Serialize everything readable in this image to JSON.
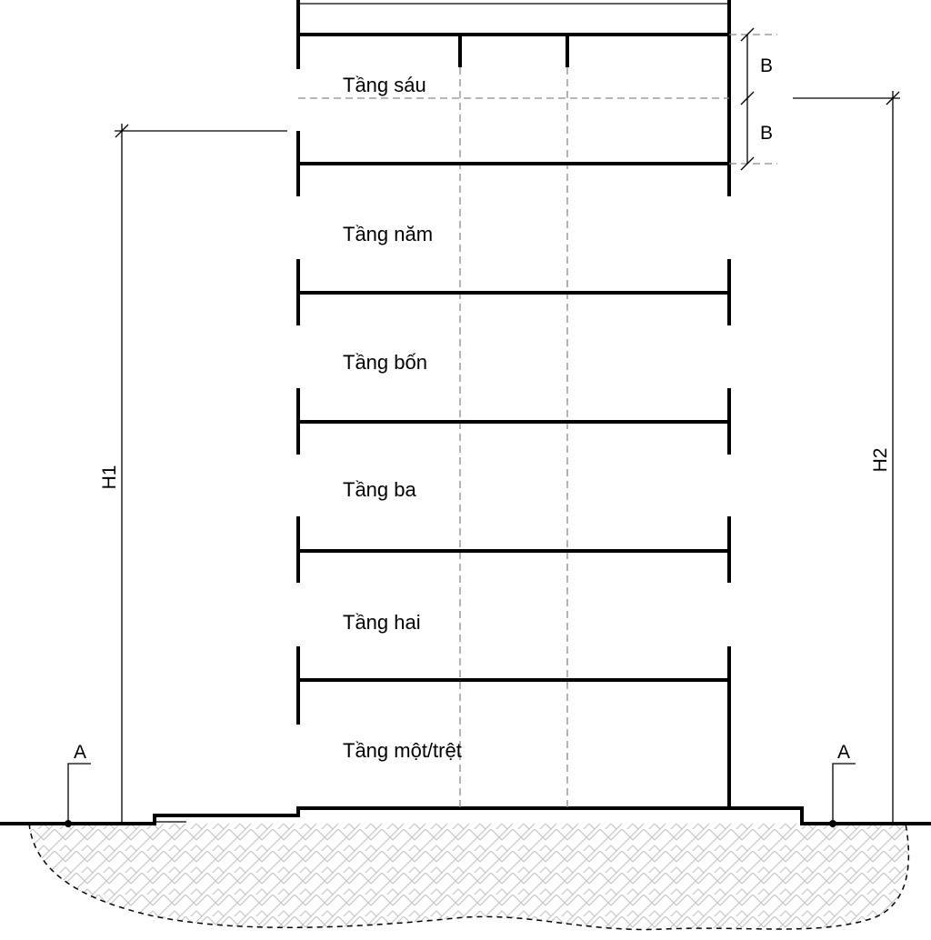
{
  "floors": {
    "sau": "Tầng sáu",
    "nam": "Tầng năm",
    "bon": "Tầng bốn",
    "ba": "Tầng ba",
    "hai": "Tầng hai",
    "mot": "Tầng một/trệt"
  },
  "dimensions": {
    "b_upper": "B",
    "b_lower": "B",
    "h1": "H1",
    "h2": "H2"
  },
  "markers": {
    "left": "A",
    "right": "A"
  },
  "colors": {
    "line": "#000000",
    "hidden_line": "#8a8a8a",
    "background": "#ffffff"
  }
}
